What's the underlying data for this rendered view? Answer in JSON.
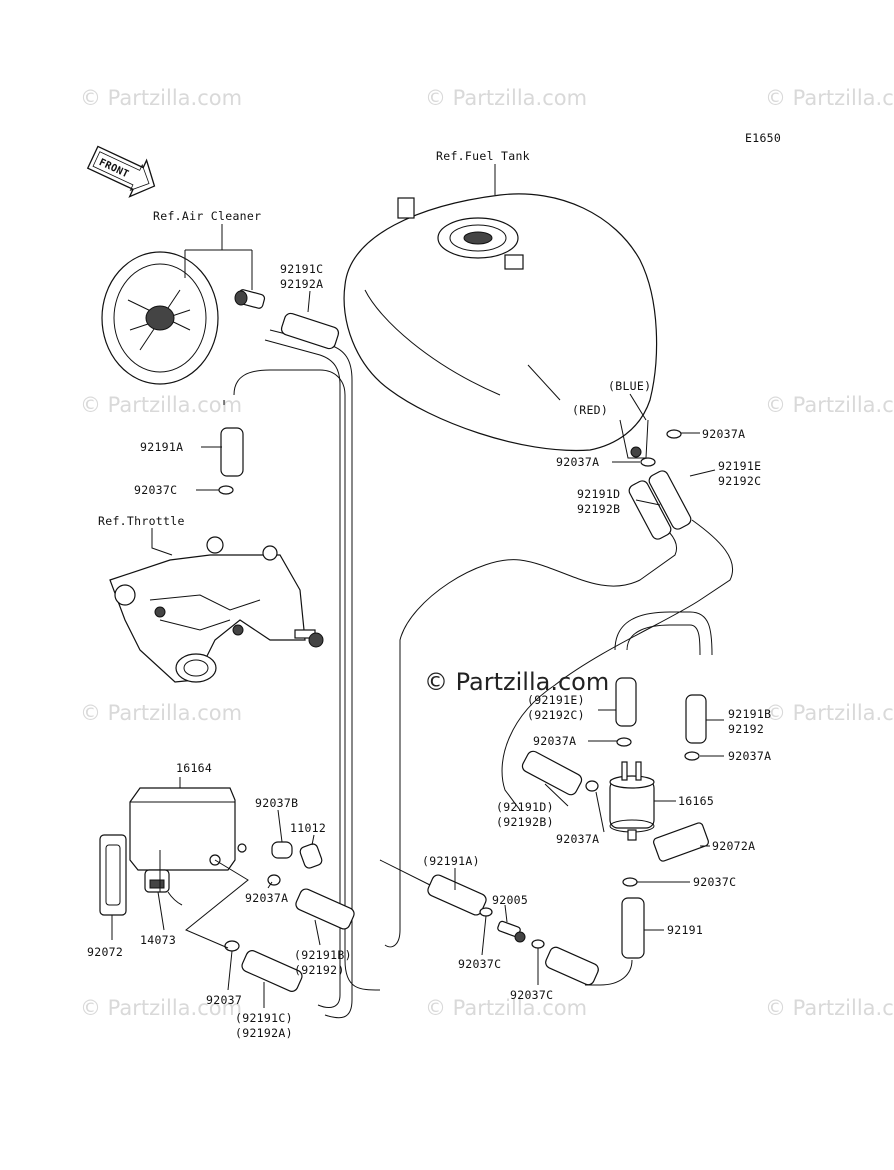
{
  "diagram": {
    "code": "E1650",
    "front": "FRONT",
    "watermark": "© Partzilla.com",
    "center_watermark": "© Partzilla.com",
    "refs": {
      "fuel_tank": "Ref.Fuel Tank",
      "air_cleaner": "Ref.Air Cleaner",
      "throttle": "Ref.Throttle"
    },
    "colors_text": {
      "blue": "(BLUE)",
      "red": "(RED)"
    },
    "labels": {
      "l92191c_a": "92191C",
      "l92192a_a": "92192A",
      "l92191a": "92191A",
      "l92037c_a": "92037C",
      "l92037a_tank1": "92037A",
      "l92037a_tank2": "92037A",
      "l92191e": "92191E",
      "l92192c": "92192C",
      "l92191d": "92191D",
      "l92192b": "92192B",
      "l92191e_p": "(92191E)",
      "l92192c_p": "(92192C)",
      "l92191b": "92191B",
      "l92192": "92192",
      "l92037a_m1": "92037A",
      "l92037a_m2": "92037A",
      "l92191d_p": "(92191D)",
      "l92192b_p": "(92192B)",
      "l92037a_m3": "92037A",
      "l16165": "16165",
      "l92072a": "92072A",
      "l92037c_b": "92037C",
      "l92191": "92191",
      "l16164": "16164",
      "l92037b": "92037B",
      "l11012": "11012",
      "l92037a_c": "92037A",
      "l92191b_p": "(92191B)",
      "l92192_p": "(92192)",
      "l92072": "92072",
      "l14073": "14073",
      "l92037": "92037",
      "l92191c_p": "(92191C)",
      "l92192a_p": "(92192A)",
      "l92191a_p": "(92191A)",
      "l92005": "92005",
      "l92037c_c": "92037C",
      "l92037c_d": "92037C"
    }
  }
}
